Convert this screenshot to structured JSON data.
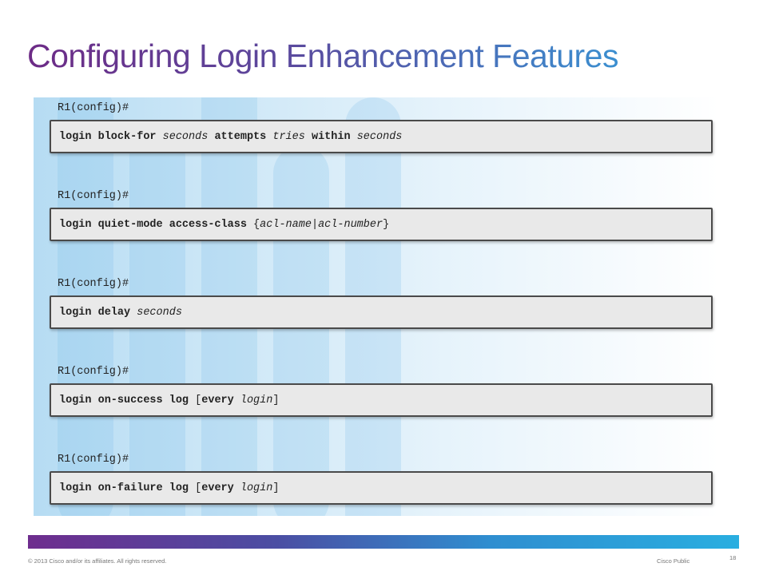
{
  "slide": {
    "title": "Configuring Login Enhancement Features"
  },
  "commands": [
    {
      "prompt": "R1(config)#",
      "segments": [
        {
          "text": "login block-for ",
          "style": "bold"
        },
        {
          "text": "seconds",
          "style": "italic"
        },
        {
          "text": " attempts ",
          "style": "bold"
        },
        {
          "text": "tries",
          "style": "italic"
        },
        {
          "text": " within ",
          "style": "bold"
        },
        {
          "text": "seconds",
          "style": "italic"
        }
      ]
    },
    {
      "prompt": "R1(config)#",
      "segments": [
        {
          "text": "login quiet-mode access-class ",
          "style": "bold"
        },
        {
          "text": "{",
          "style": "plain"
        },
        {
          "text": "acl-name",
          "style": "italic"
        },
        {
          "text": "|",
          "style": "plain"
        },
        {
          "text": "acl-number",
          "style": "italic"
        },
        {
          "text": "}",
          "style": "plain"
        }
      ]
    },
    {
      "prompt": "R1(config)#",
      "segments": [
        {
          "text": "login delay ",
          "style": "bold"
        },
        {
          "text": "seconds",
          "style": "italic"
        }
      ]
    },
    {
      "prompt": "R1(config)#",
      "segments": [
        {
          "text": "login on-success log ",
          "style": "bold"
        },
        {
          "text": "[",
          "style": "plain"
        },
        {
          "text": "every ",
          "style": "bold"
        },
        {
          "text": "login",
          "style": "italic"
        },
        {
          "text": "]",
          "style": "plain"
        }
      ]
    },
    {
      "prompt": "R1(config)#",
      "segments": [
        {
          "text": "login on-failure log ",
          "style": "bold"
        },
        {
          "text": "[",
          "style": "plain"
        },
        {
          "text": "every ",
          "style": "bold"
        },
        {
          "text": "login",
          "style": "italic"
        },
        {
          "text": "]",
          "style": "plain"
        }
      ]
    }
  ],
  "footer": {
    "copyright": "© 2013 Cisco and/or its affiliates. All rights reserved.",
    "classification": "Cisco Public",
    "page_number": "18"
  },
  "colors": {
    "title_start": "#6d2b86",
    "title_end": "#3b8fd0",
    "bar_start": "#6e2d8e",
    "bar_end": "#29aee0",
    "command_box": "#e9e9e9"
  }
}
